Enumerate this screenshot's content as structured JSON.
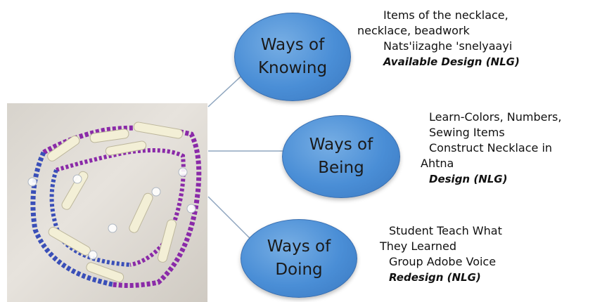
{
  "branches": [
    {
      "label": "Ways of\nKnowing",
      "lines": [
        "Items of the necklace,",
        "necklace, beadwork",
        "Nats'iizaghe 'snelyaayi"
      ],
      "design": "Available Design (NLG)"
    },
    {
      "label": "Ways of\nBeing",
      "lines": [
        "Learn-Colors, Numbers,",
        "Sewing Items",
        "Construct Necklace in",
        "Ahtna"
      ],
      "design": "Design (NLG)"
    },
    {
      "label": "Ways of\nDoing",
      "lines": [
        "Student Teach What",
        "They Learned",
        "Group Adobe Voice"
      ],
      "design": "Redesign (NLG)"
    }
  ],
  "colors": {
    "bubble": "#4a8ed6",
    "connector": "#8fa6bf",
    "bone_bead": "#f3efd6",
    "purple_bead": "#8a2aa8",
    "blue_bead": "#3a4fb8"
  }
}
